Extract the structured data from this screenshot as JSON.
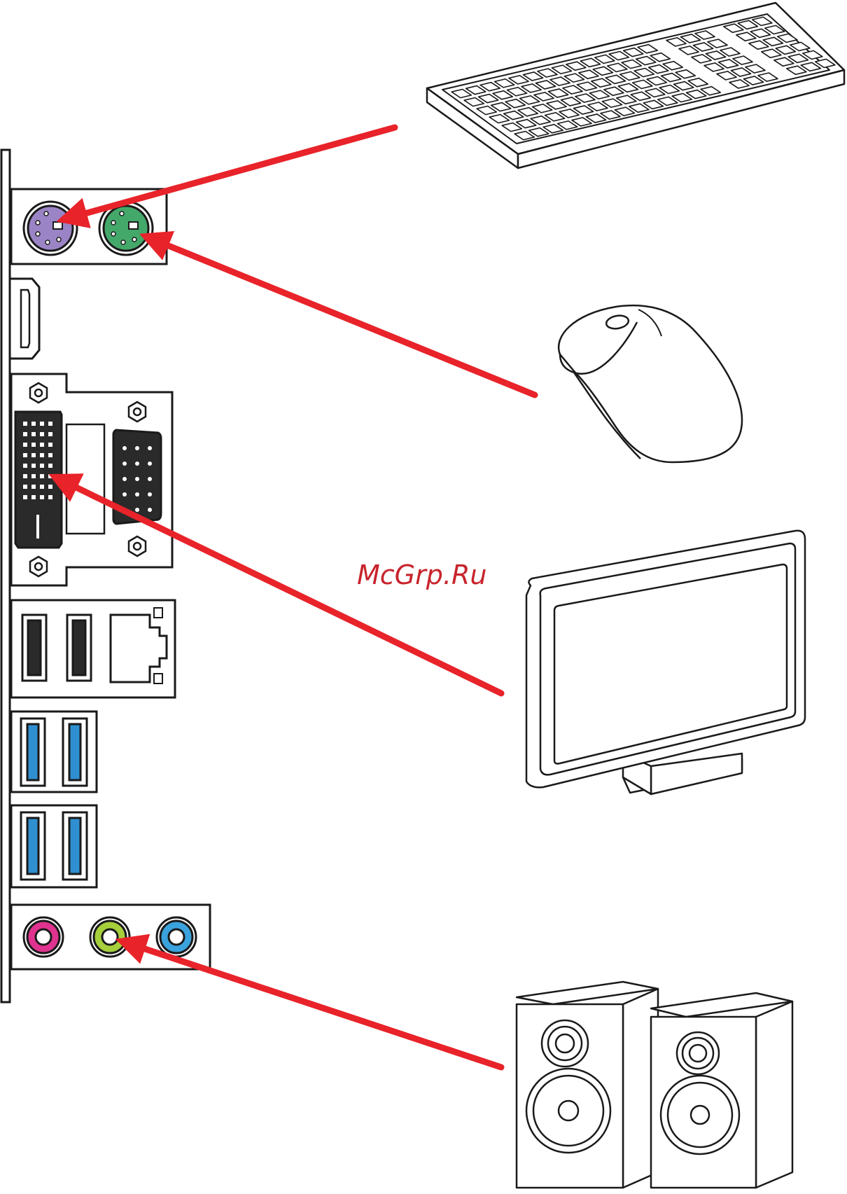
{
  "watermark": {
    "text": "McGrp.Ru",
    "color": "#c8242c"
  },
  "colors": {
    "arrow": "#e8232a",
    "ps2_keyboard": "#9b84c6",
    "ps2_mouse": "#44a86a",
    "usb3": "#2f8fd0",
    "audio_pink": "#e0338f",
    "audio_lime": "#a6cf3c",
    "audio_blue": "#3aa2dc",
    "connector_dark": "#2a2a2a",
    "outline": "#1a1a1a"
  },
  "devices": [
    {
      "id": "keyboard",
      "icon": "keyboard-icon",
      "target_port": "ps2-keyboard-port"
    },
    {
      "id": "mouse",
      "icon": "mouse-icon",
      "target_port": "ps2-mouse-port"
    },
    {
      "id": "monitor",
      "icon": "monitor-icon",
      "target_port": "dvi-port"
    },
    {
      "id": "speakers",
      "icon": "speakers-icon",
      "target_port": "audio-line-out-port"
    }
  ],
  "io_panel": {
    "ports": [
      "ps2-keyboard-port",
      "ps2-mouse-port",
      "hdmi-port",
      "dvi-port",
      "vga-port",
      "usb2-port",
      "usb2-port",
      "lan-port",
      "usb3-port",
      "usb3-port",
      "usb3-port",
      "usb3-port",
      "audio-line-in",
      "audio-line-out",
      "audio-mic-in"
    ]
  }
}
